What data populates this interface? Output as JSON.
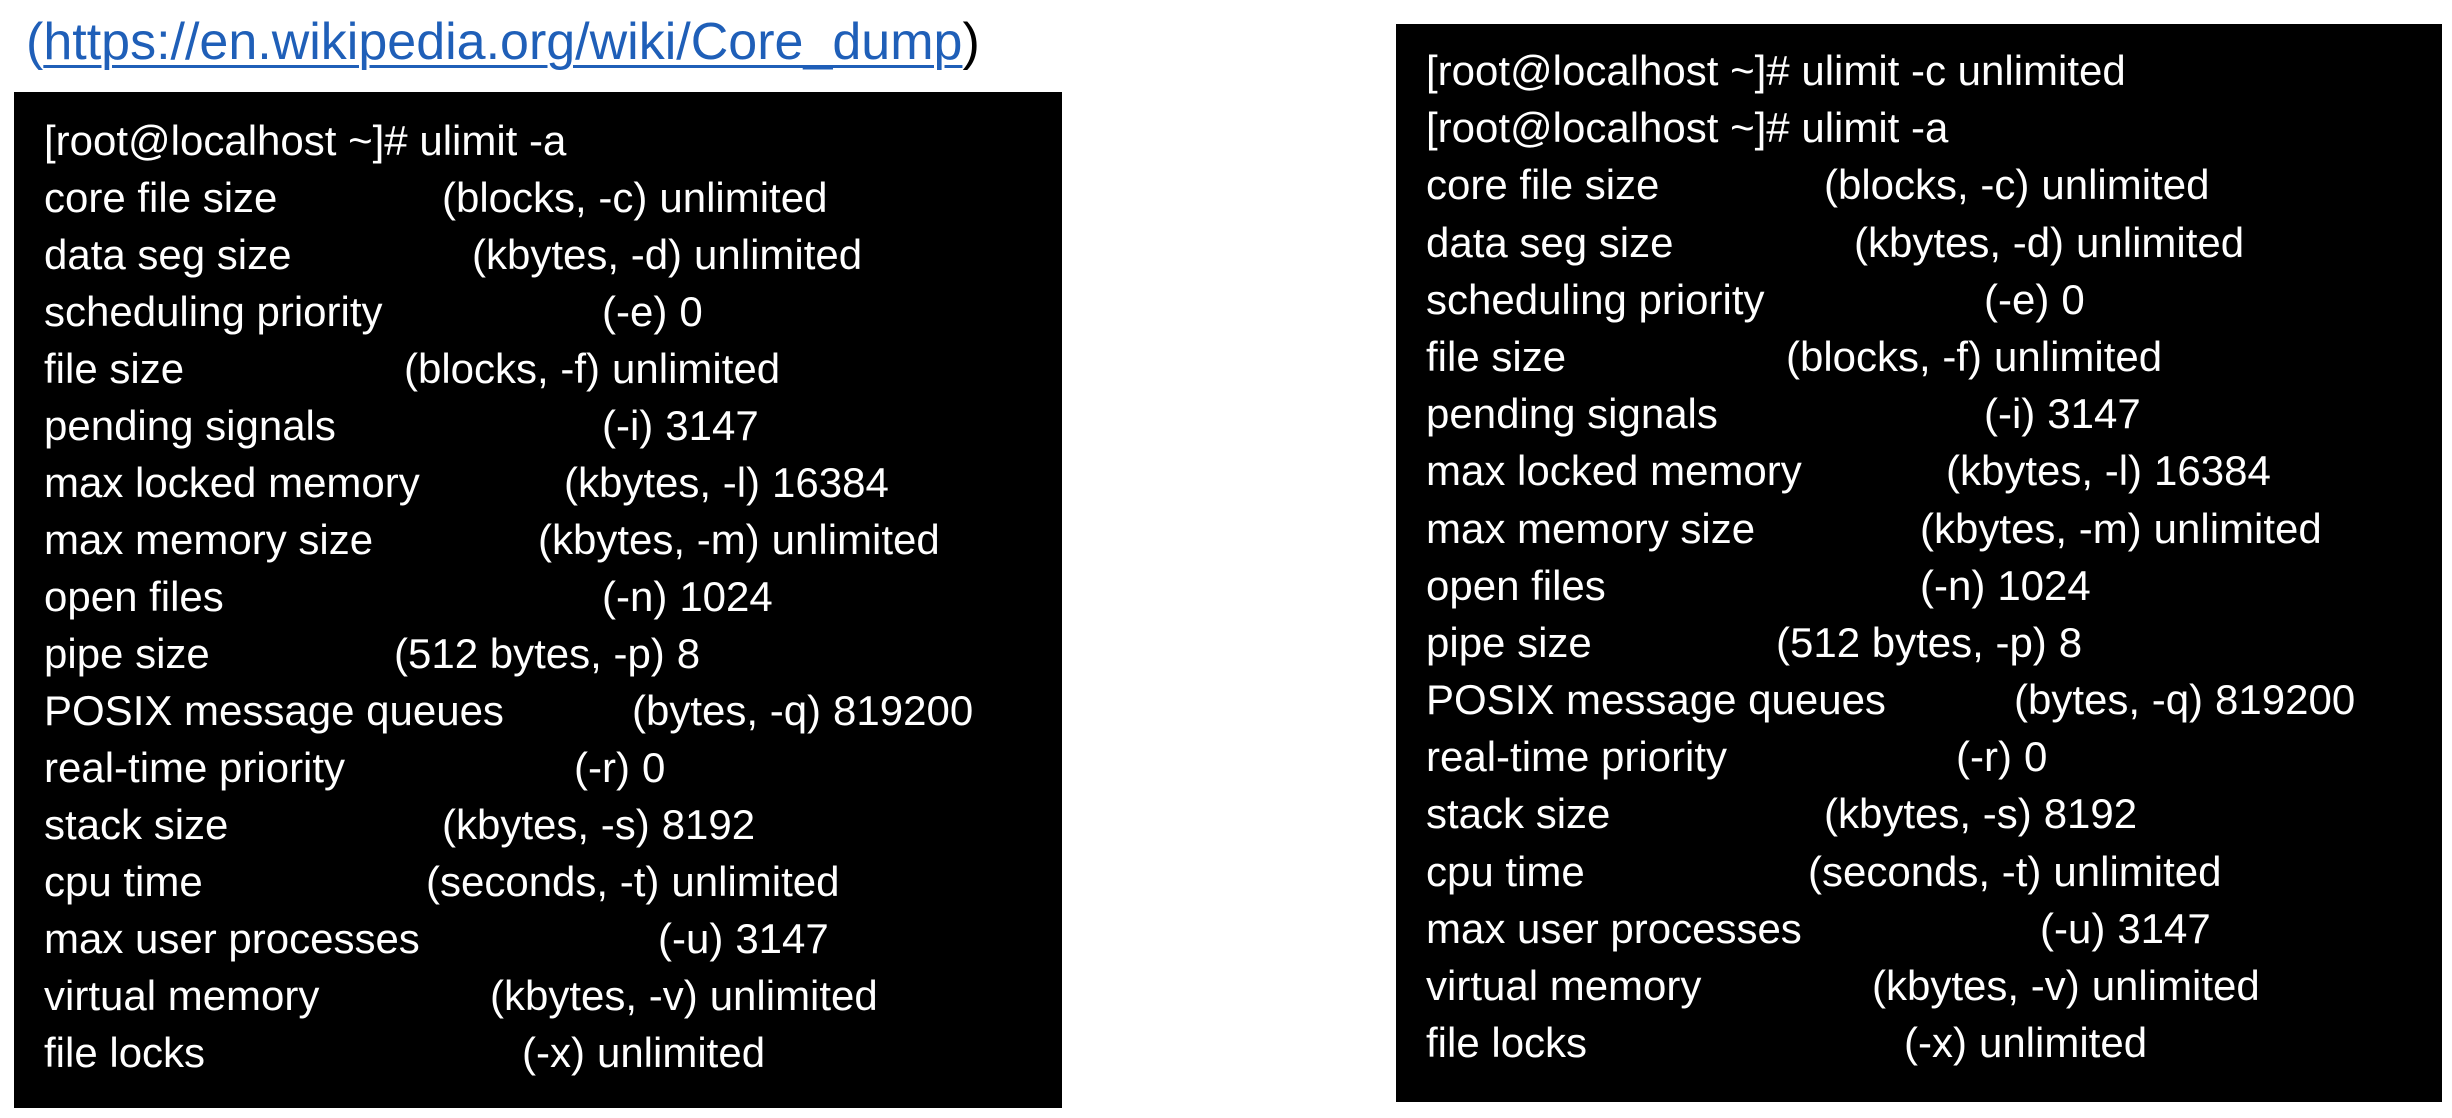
{
  "header": {
    "open_paren": "(",
    "link_text": "https://en.wikipedia.org/wiki/Core_dump",
    "close_paren": ")"
  },
  "left_terminal": {
    "prompt": "[root@localhost ~]# ulimit -a",
    "rows": [
      {
        "name": "core file size",
        "unit": "(blocks, -c)",
        "value": "unlimited"
      },
      {
        "name": "data seg size",
        "unit": "(kbytes, -d)",
        "value": "unlimited"
      },
      {
        "name": "scheduling priority",
        "unit": "(-e)",
        "value": "0"
      },
      {
        "name": "file size",
        "unit": "(blocks, -f)",
        "value": "unlimited"
      },
      {
        "name": "pending signals",
        "unit": "(-i)",
        "value": "3147"
      },
      {
        "name": "max locked memory",
        "unit": "(kbytes, -l)",
        "value": "16384"
      },
      {
        "name": "max memory size",
        "unit": "(kbytes, -m)",
        "value": "unlimited"
      },
      {
        "name": "open files",
        "unit": "(-n)",
        "value": "1024"
      },
      {
        "name": "pipe size",
        "unit": "(512 bytes, -p)",
        "value": "8"
      },
      {
        "name": "POSIX message queues",
        "unit": "(bytes, -q)",
        "value": "819200"
      },
      {
        "name": "real-time priority",
        "unit": "(-r)",
        "value": "0"
      },
      {
        "name": "stack size",
        "unit": "(kbytes, -s)",
        "value": "8192"
      },
      {
        "name": "cpu time",
        "unit": "(seconds, -t)",
        "value": "unlimited"
      },
      {
        "name": "max user processes",
        "unit": "(-u)",
        "value": "3147"
      },
      {
        "name": "virtual memory",
        "unit": "(kbytes, -v)",
        "value": "unlimited"
      },
      {
        "name": "file locks",
        "unit": "(-x)",
        "value": "unlimited"
      }
    ]
  },
  "right_terminal": {
    "prompt_1": "[root@localhost ~]# ulimit -c unlimited",
    "prompt_2": "[root@localhost ~]# ulimit -a",
    "rows": [
      {
        "name": "core file size",
        "unit": "(blocks, -c)",
        "value": "unlimited"
      },
      {
        "name": "data seg size",
        "unit": "(kbytes, -d)",
        "value": "unlimited"
      },
      {
        "name": "scheduling priority",
        "unit": "(-e)",
        "value": "0"
      },
      {
        "name": "file size",
        "unit": "(blocks, -f)",
        "value": "unlimited"
      },
      {
        "name": "pending signals",
        "unit": "(-i)",
        "value": "3147"
      },
      {
        "name": "max locked memory",
        "unit": "(kbytes, -l)",
        "value": "16384"
      },
      {
        "name": "max memory size",
        "unit": "(kbytes, -m)",
        "value": "unlimited"
      },
      {
        "name": "open files",
        "unit": "(-n)",
        "value": "1024"
      },
      {
        "name": "pipe size",
        "unit": "(512 bytes, -p)",
        "value": "8"
      },
      {
        "name": "POSIX message queues",
        "unit": "(bytes, -q)",
        "value": "819200"
      },
      {
        "name": "real-time priority",
        "unit": "(-r)",
        "value": "0"
      },
      {
        "name": "stack size",
        "unit": "(kbytes, -s)",
        "value": "8192"
      },
      {
        "name": "cpu time",
        "unit": "(seconds, -t)",
        "value": "unlimited"
      },
      {
        "name": "max user processes",
        "unit": "(-u)",
        "value": "3147"
      },
      {
        "name": "virtual memory",
        "unit": "(kbytes, -v)",
        "value": "unlimited"
      },
      {
        "name": "file locks",
        "unit": "(-x)",
        "value": "unlimited"
      }
    ]
  }
}
